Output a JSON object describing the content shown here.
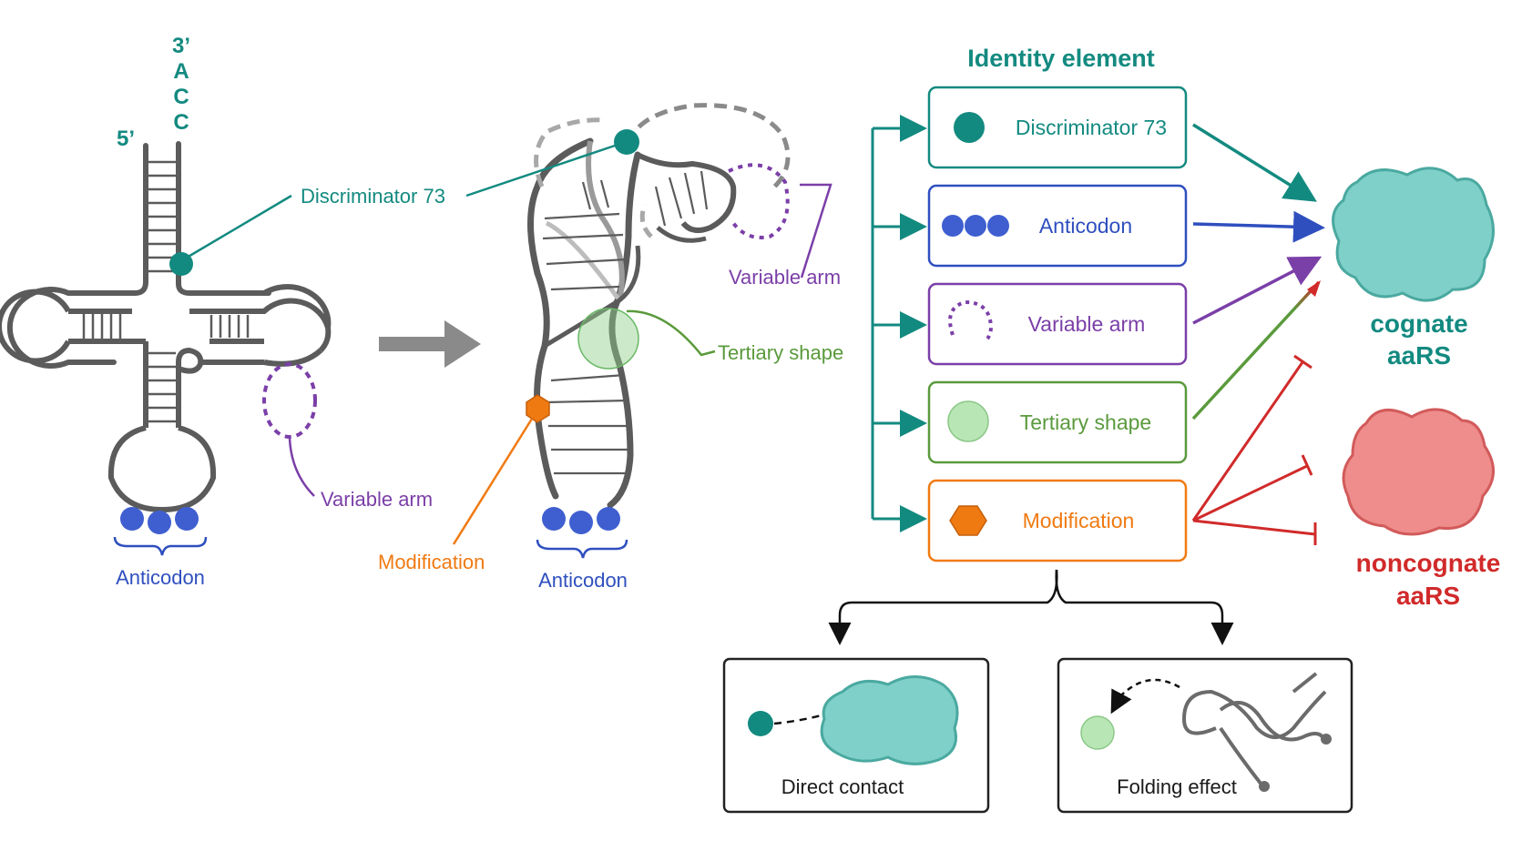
{
  "colors": {
    "teal": "#138a80",
    "blue": "#2f4fbf",
    "purple": "#7b3fa8",
    "green": "#5a9a3c",
    "orange": "#f07a12",
    "red": "#d12a2a",
    "gray": "#5b5b5b",
    "cognate_fill": "#7fd0c8",
    "noncognate_fill": "#ef8c8c"
  },
  "clover": {
    "three_prime": "3’",
    "a": "A",
    "c1": "C",
    "c2": "C",
    "five_prime": "5’",
    "discriminator": "Discriminator 73",
    "variable_arm": "Variable arm",
    "anticodon": "Anticodon"
  },
  "lshape": {
    "variable_arm": "Variable arm",
    "tertiary_shape": "Tertiary shape",
    "modification": "Modification",
    "anticodon": "Anticodon"
  },
  "identity": {
    "title": "Identity element",
    "items": [
      {
        "label": "Discriminator 73",
        "icon": "teal-circle-icon"
      },
      {
        "label": "Anticodon",
        "icon": "blue-three-dots-icon"
      },
      {
        "label": "Variable arm",
        "icon": "dashed-loop-icon"
      },
      {
        "label": "Tertiary shape",
        "icon": "green-circle-icon"
      },
      {
        "label": "Modification",
        "icon": "hexagon-icon"
      }
    ]
  },
  "enzymes": {
    "cognate_line1": "cognate",
    "cognate_line2": "aaRS",
    "noncognate_line1": "noncognate",
    "noncognate_line2": "aaRS"
  },
  "effects": {
    "direct_contact": "Direct contact",
    "folding_effect": "Folding effect"
  }
}
